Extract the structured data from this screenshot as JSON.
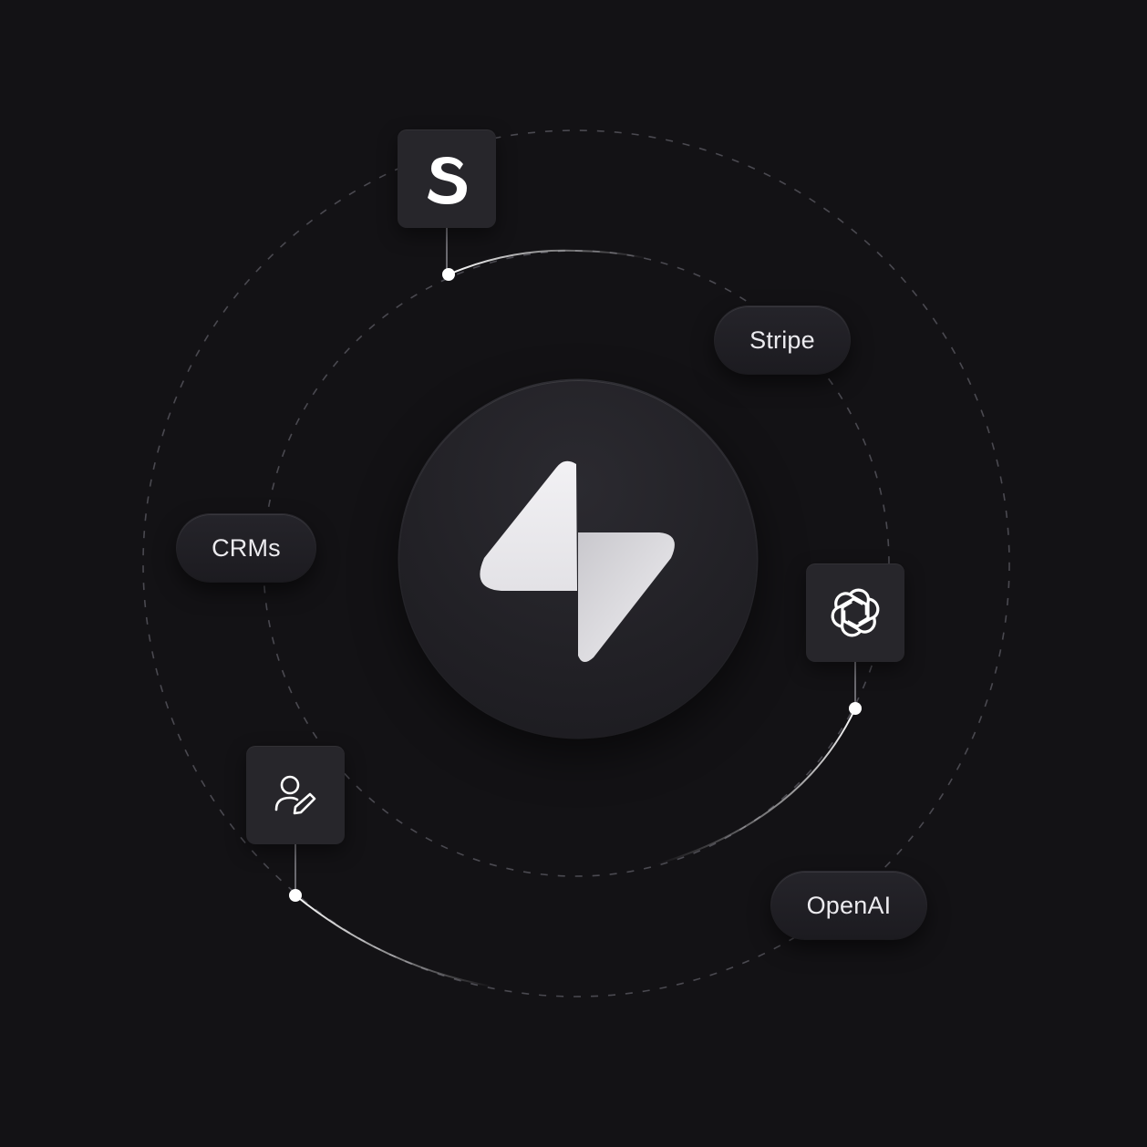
{
  "labels": {
    "stripe": "Stripe",
    "crms": "CRMs",
    "openai": "OpenAI"
  },
  "icons": {
    "hub": "lightning-bolt-icon",
    "stripe_tile": "stripe-s-logo-icon",
    "openai_tile": "openai-knot-logo-icon",
    "crm_tile": "user-edit-icon"
  },
  "colors": {
    "background": "#131215",
    "tile": "#27262b",
    "ring": "#4a4950",
    "connector": "#f2f2f4",
    "text": "#ecebef"
  }
}
